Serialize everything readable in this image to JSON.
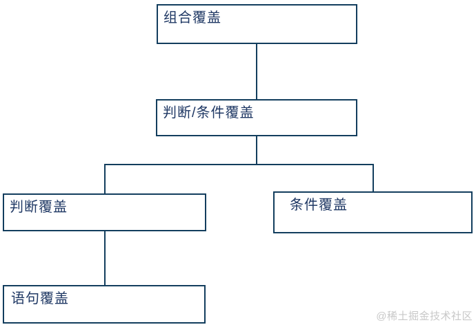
{
  "diagram": {
    "type": "hierarchy-flowchart",
    "nodes": [
      {
        "id": "combination-coverage",
        "label": "组合覆盖"
      },
      {
        "id": "decision-condition-coverage",
        "label": "判断/条件覆盖"
      },
      {
        "id": "decision-coverage",
        "label": "判断覆盖"
      },
      {
        "id": "condition-coverage",
        "label": "条件覆盖"
      },
      {
        "id": "statement-coverage",
        "label": "语句覆盖"
      }
    ],
    "edges": [
      {
        "from": "组合覆盖",
        "to": "判断/条件覆盖"
      },
      {
        "from": "判断/条件覆盖",
        "to": "判断覆盖"
      },
      {
        "from": "判断/条件覆盖",
        "to": "条件覆盖"
      },
      {
        "from": "判断覆盖",
        "to": "语句覆盖"
      }
    ],
    "colors": {
      "line": "#123d5d",
      "node_border": "#123d5d",
      "node_text": "#1f3864",
      "background": "#ffffff",
      "watermark_text": "#c8c8c8"
    }
  },
  "watermark": {
    "text": "@稀土掘金技术社区"
  }
}
